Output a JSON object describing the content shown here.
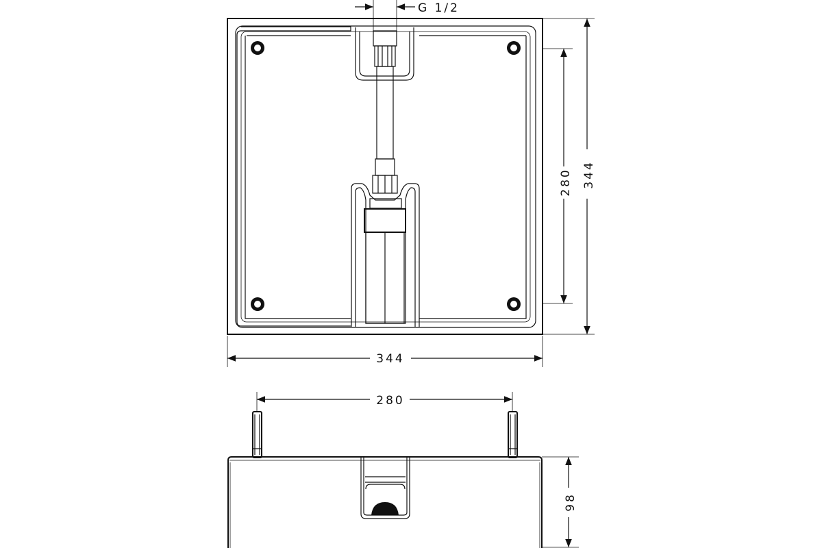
{
  "drawing": {
    "top_view": {
      "thread_label": "G 1/2",
      "width_label": "344",
      "height_label": "344",
      "hole_spacing_label": "280"
    },
    "side_view": {
      "anchor_spacing_label": "280",
      "depth_label": "98"
    },
    "colors": {
      "line": "#111111",
      "background": "#ffffff"
    }
  }
}
